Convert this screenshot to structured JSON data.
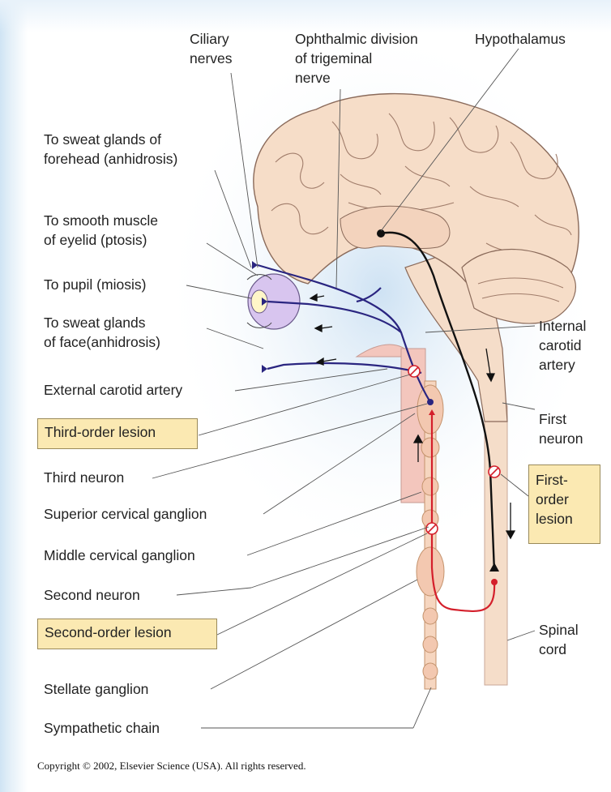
{
  "labels": {
    "ciliary_nerves": [
      "Ciliary",
      "nerves"
    ],
    "ophthalmic_division": [
      "Ophthalmic division",
      "of trigeminal",
      "nerve"
    ],
    "hypothalamus": "Hypothalamus",
    "sweat_forehead": [
      "To sweat glands of",
      "forehead (anhidrosis)"
    ],
    "smooth_muscle": [
      "To smooth muscle",
      "of eyelid (ptosis)"
    ],
    "pupil": "To pupil (miosis)",
    "sweat_face": [
      "To sweat glands",
      "of face(anhidrosis)"
    ],
    "external_carotid": "External carotid artery",
    "third_order_lesion": "Third-order lesion",
    "third_neuron": "Third neuron",
    "superior_cervical": "Superior cervical ganglion",
    "middle_cervical": "Middle cervical ganglion",
    "second_neuron": "Second neuron",
    "second_order_lesion": "Second-order lesion",
    "stellate": "Stellate ganglion",
    "sympathetic_chain": "Sympathetic chain",
    "internal_carotid": [
      "Internal",
      "carotid",
      "artery"
    ],
    "first_neuron": [
      "First",
      "neuron"
    ],
    "first_order_lesion": [
      "First-",
      "order",
      "lesion"
    ],
    "spinal_cord": [
      "Spinal",
      "cord"
    ]
  },
  "copyright": "Copyright © 2002, Elsevier Science (USA).  All rights reserved.",
  "colors": {
    "brain_fill": "#f6ddc8",
    "brain_stroke": "#8a6a5a",
    "first_neuron": "#111111",
    "second_neuron": "#d41f2b",
    "third_neuron": "#2a2580",
    "artery": "#f3c6bd",
    "lesion_box": "#fbe9b2"
  }
}
